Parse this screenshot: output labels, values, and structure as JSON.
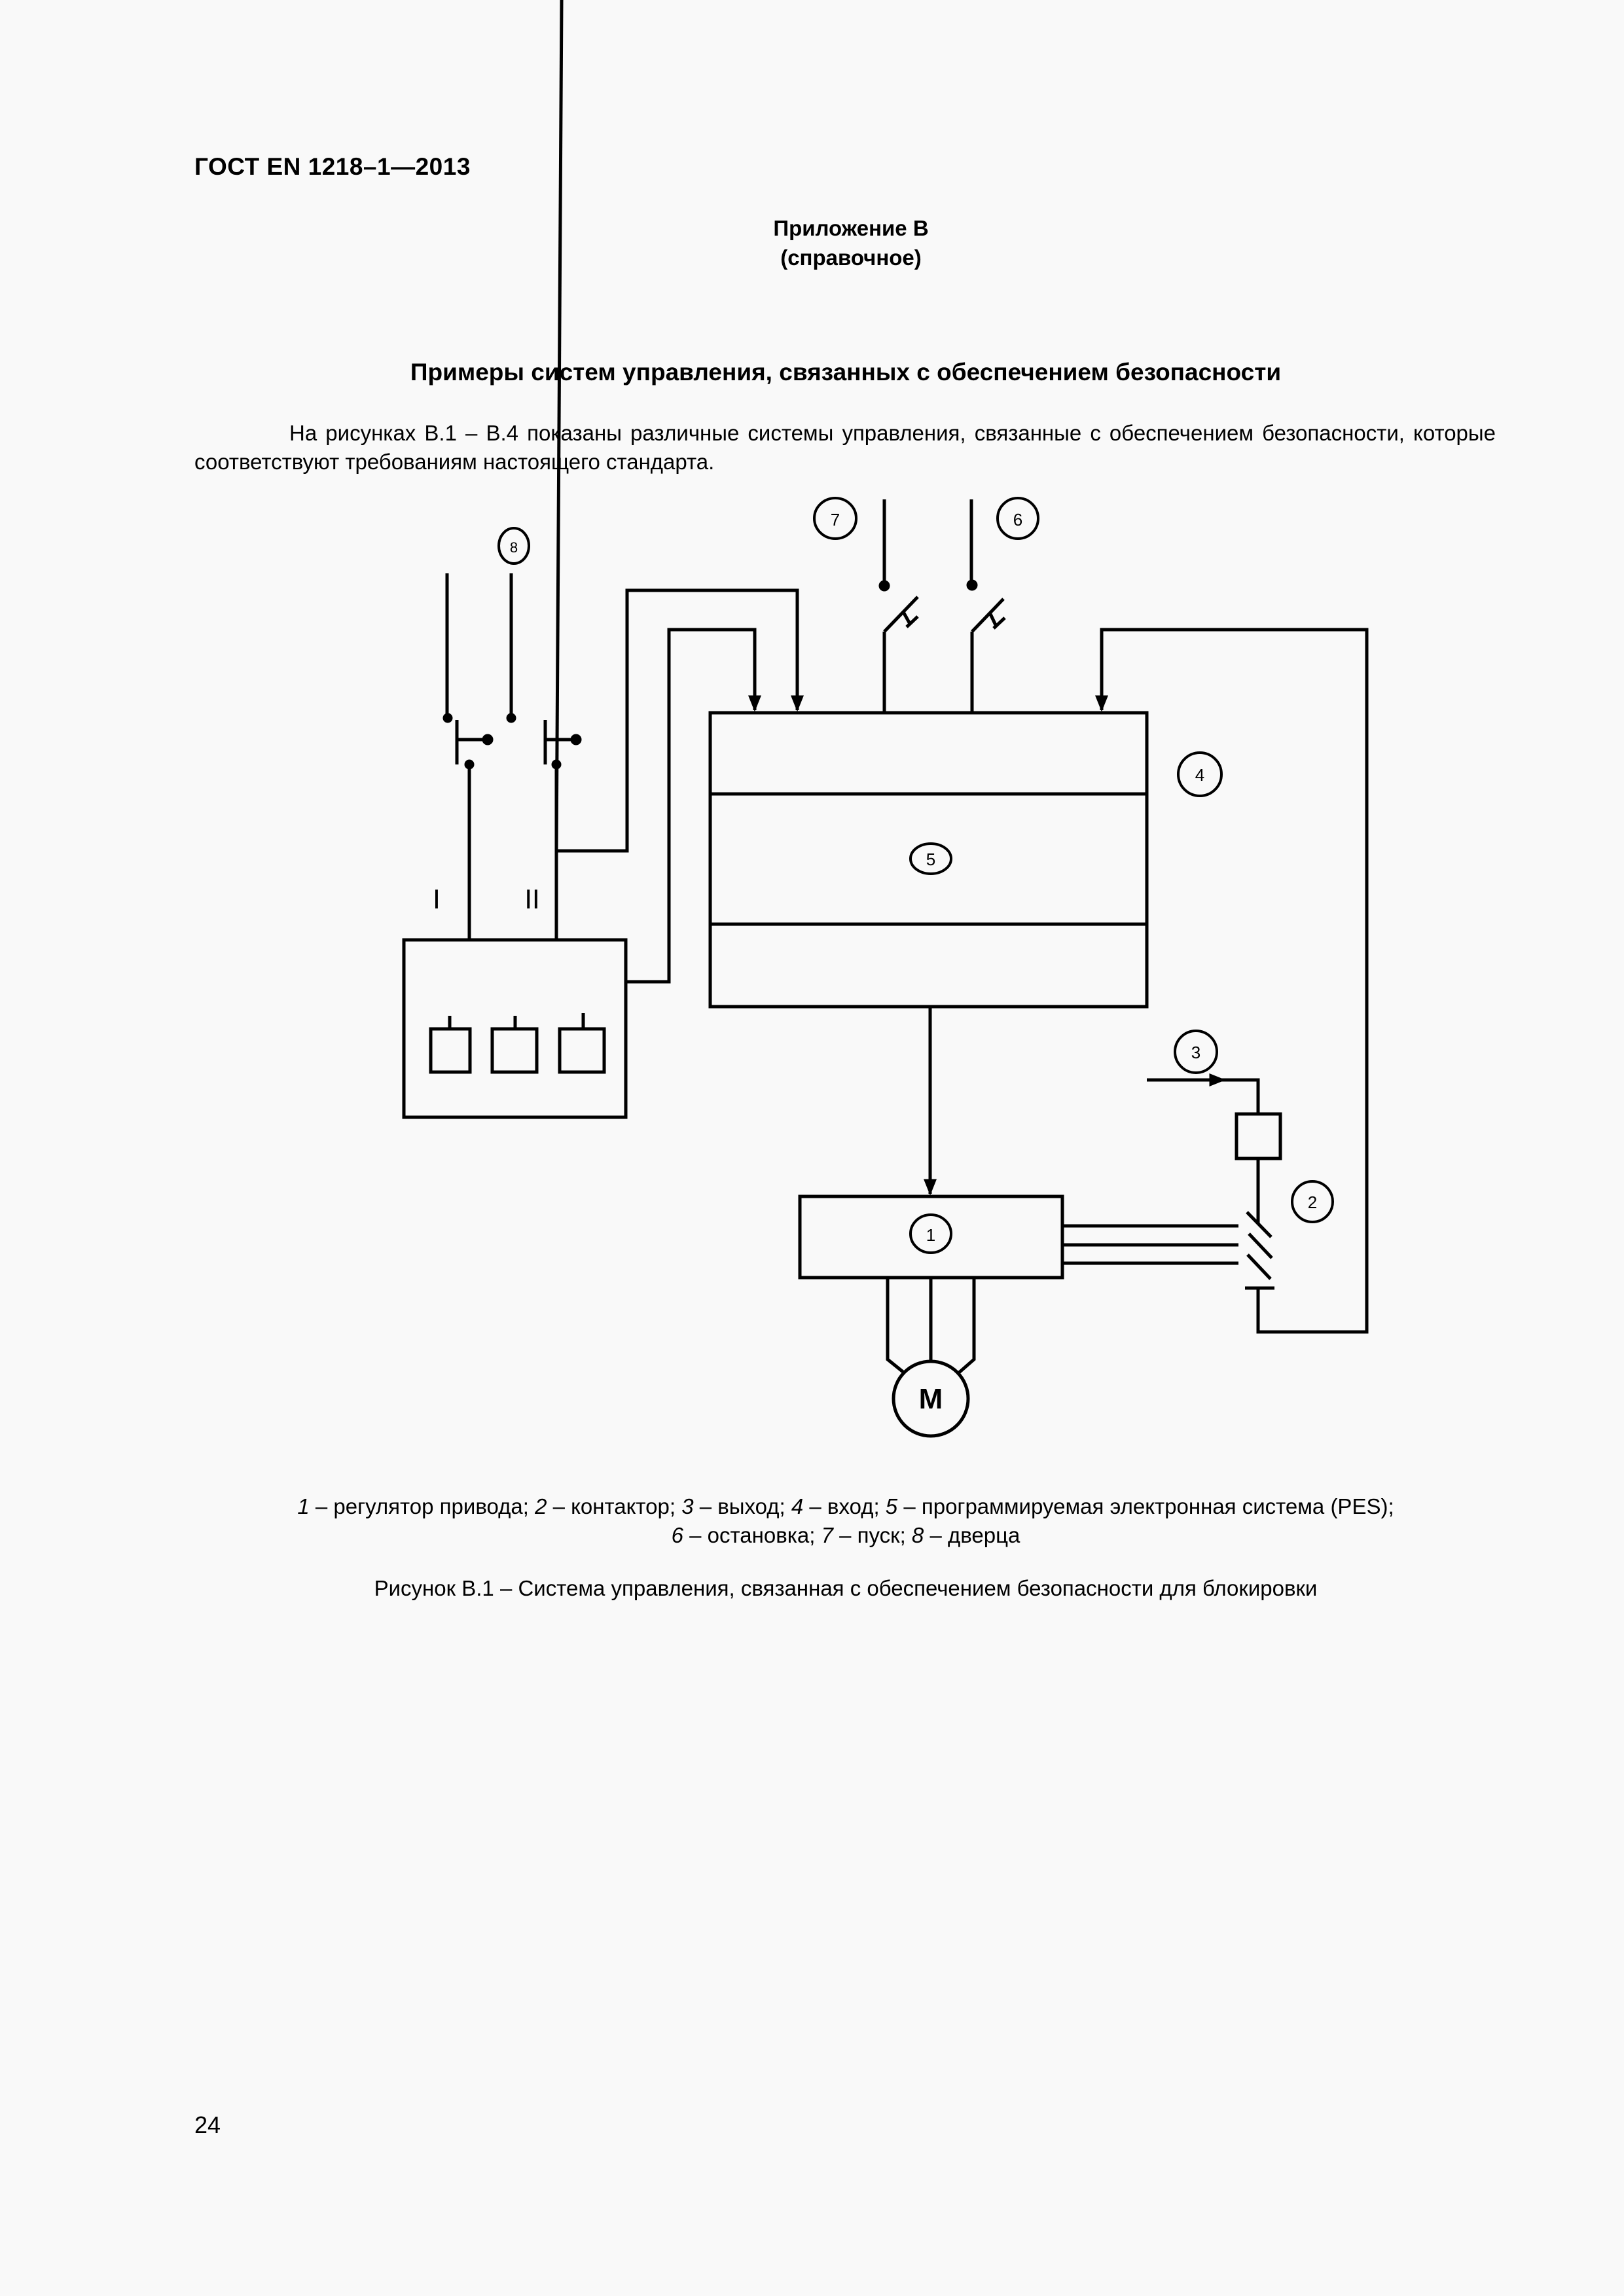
{
  "header": {
    "doc_code": "ГОСТ EN 1218–1—2013"
  },
  "appendix": {
    "title": "Приложение В",
    "kind": "(справочное)"
  },
  "section": {
    "title": "Примеры систем управления, связанных с обеспечением безопасности",
    "intro": "На рисунках В.1 – В.4 показаны различные системы управления, связанные с обеспечением безопасности, которые соответствуют требованиям настоящего стандарта."
  },
  "figure": {
    "callouts": {
      "c1": "1",
      "c2": "2",
      "c3": "3",
      "c4": "4",
      "c5": "5",
      "c6": "6",
      "c7": "7",
      "c8": "8"
    },
    "channel_labels": {
      "ch1": "I",
      "ch2": "II"
    },
    "motor_label": "M",
    "legend": [
      {
        "num": "1",
        "text": " – регулятор привода; "
      },
      {
        "num": "2",
        "text": " – контактор; "
      },
      {
        "num": "3",
        "text": " – выход; "
      },
      {
        "num": "4",
        "text": " – вход; "
      },
      {
        "num": "5",
        "text": " – программируемая электронная система (PES);"
      },
      {
        "num": "6",
        "text": " – остановка; "
      },
      {
        "num": "7",
        "text": " – пуск; "
      },
      {
        "num": "8",
        "text": " – дверца"
      }
    ],
    "caption": "Рисунок В.1 – Система управления, связанная с обеспечением безопасности для блокировки"
  },
  "footer": {
    "page_number": "24"
  }
}
